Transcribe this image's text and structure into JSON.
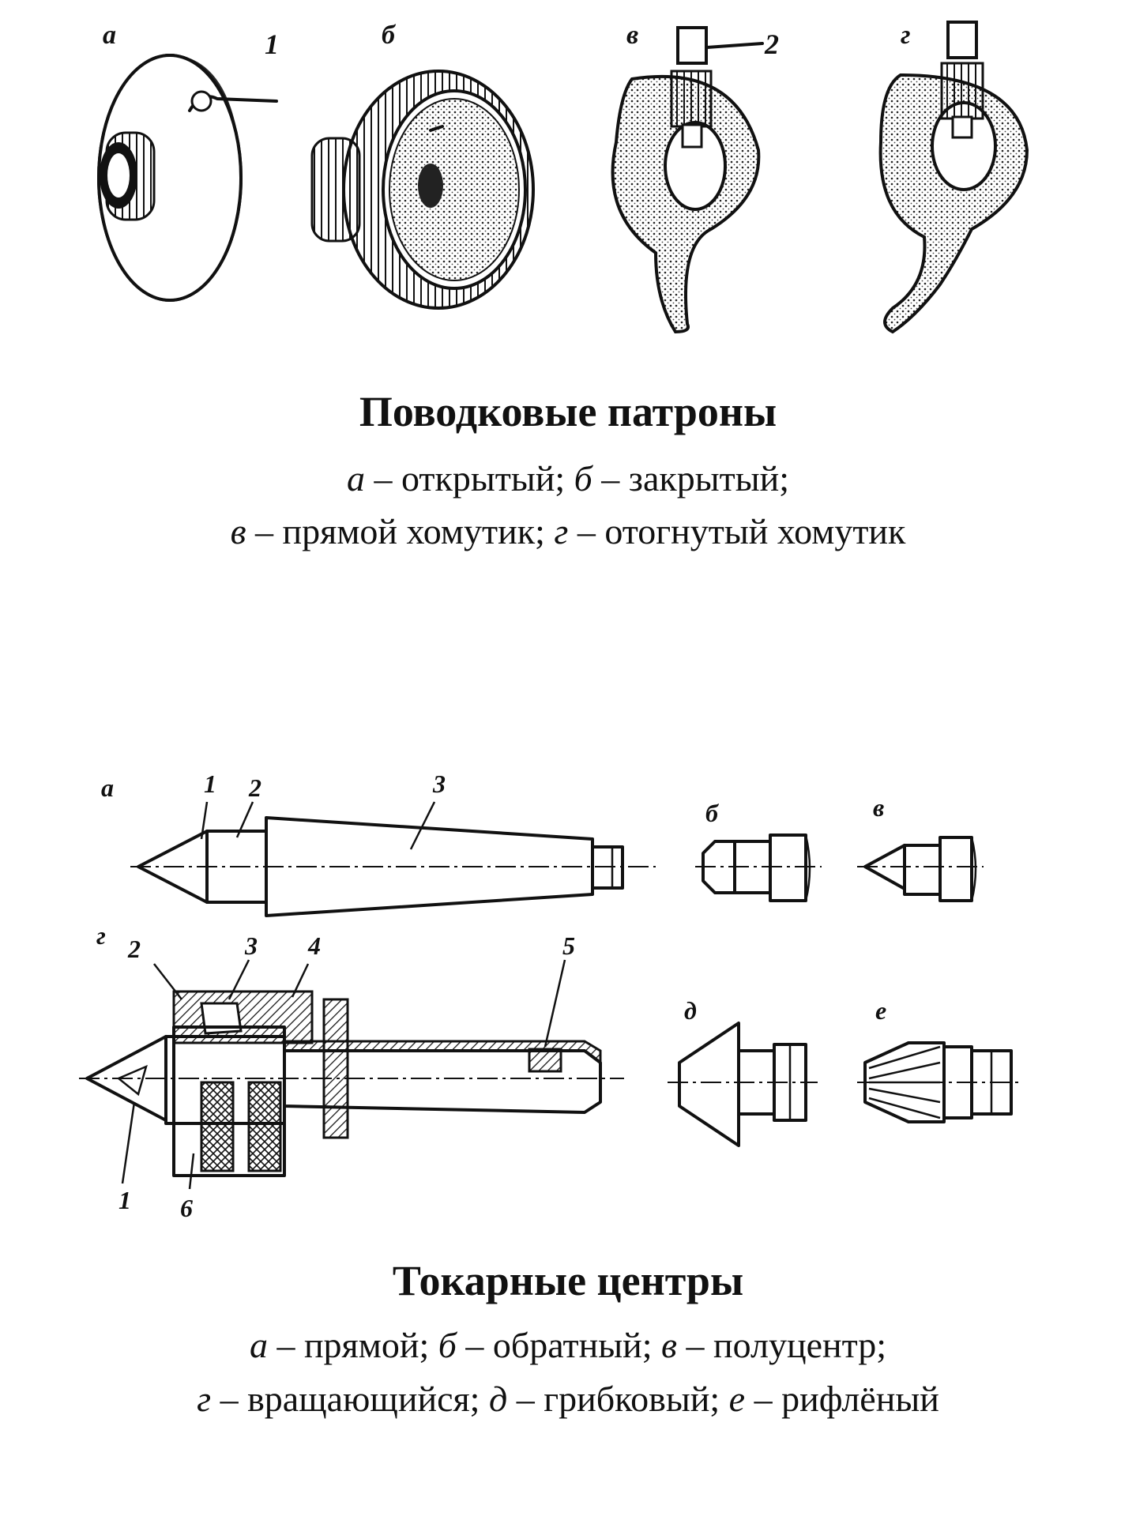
{
  "section1": {
    "title": "Поводковые патроны",
    "caption": [
      [
        {
          "t": "а",
          "i": true
        },
        {
          "t": " – открытый; "
        },
        {
          "t": "б",
          "i": true
        },
        {
          "t": " – закрытый;"
        }
      ],
      [
        {
          "t": "в",
          "i": true
        },
        {
          "t": " – прямой хомутик; "
        },
        {
          "t": "г",
          "i": true
        },
        {
          "t": " – отогнутый хомутик"
        }
      ]
    ],
    "labels": {
      "a": "а",
      "b": "б",
      "v": "в",
      "g": "г",
      "n1": "1",
      "n2": "2"
    }
  },
  "section2": {
    "title": "Токарные центры",
    "caption": [
      [
        {
          "t": "а",
          "i": true
        },
        {
          "t": " – прямой; "
        },
        {
          "t": "б",
          "i": true
        },
        {
          "t": " – обратный; "
        },
        {
          "t": "в",
          "i": true
        },
        {
          "t": " – полуцентр;"
        }
      ],
      [
        {
          "t": "г",
          "i": true
        },
        {
          "t": " – вращающийся; "
        },
        {
          "t": "д",
          "i": true
        },
        {
          "t": " – грибковый; "
        },
        {
          "t": "е",
          "i": true
        },
        {
          "t": " – рифлёный"
        }
      ]
    ],
    "labels": {
      "a": "а",
      "b": "б",
      "v": "в",
      "g": "г",
      "d": "д",
      "e": "е",
      "n1": "1",
      "n2": "2",
      "n3": "3",
      "n4": "4",
      "n5": "5",
      "n6": "6"
    }
  }
}
